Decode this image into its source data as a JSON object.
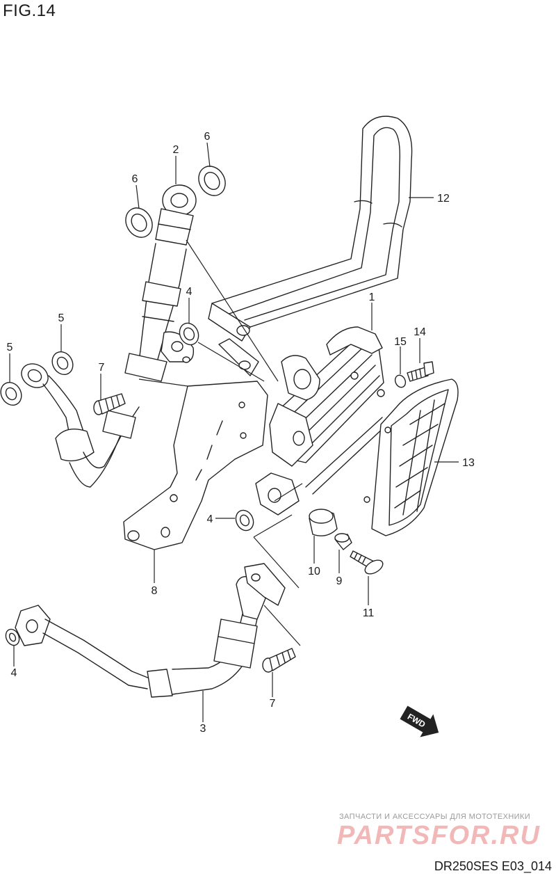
{
  "figure": {
    "title": "FIG.14",
    "drawing_code": "DR250SES E03_014",
    "direction_marker": "FWD"
  },
  "watermark": {
    "tagline": "ЗАПЧАСТИ И АКСЕССУАРЫ ДЛЯ МОТОТЕХНИКИ",
    "logo": "PARTSFOR.RU"
  },
  "callouts": [
    {
      "id": "c1",
      "text": "1"
    },
    {
      "id": "c2",
      "text": "2"
    },
    {
      "id": "c3",
      "text": "3"
    },
    {
      "id": "c4a",
      "text": "4"
    },
    {
      "id": "c4b",
      "text": "4"
    },
    {
      "id": "c4c",
      "text": "4"
    },
    {
      "id": "c5a",
      "text": "5"
    },
    {
      "id": "c5b",
      "text": "5"
    },
    {
      "id": "c6a",
      "text": "6"
    },
    {
      "id": "c6b",
      "text": "6"
    },
    {
      "id": "c7a",
      "text": "7"
    },
    {
      "id": "c7b",
      "text": "7"
    },
    {
      "id": "c8",
      "text": "8"
    },
    {
      "id": "c9",
      "text": "9"
    },
    {
      "id": "c10",
      "text": "10"
    },
    {
      "id": "c11",
      "text": "11"
    },
    {
      "id": "c12",
      "text": "12"
    },
    {
      "id": "c13",
      "text": "13"
    },
    {
      "id": "c14",
      "text": "14"
    },
    {
      "id": "c15",
      "text": "15"
    }
  ]
}
